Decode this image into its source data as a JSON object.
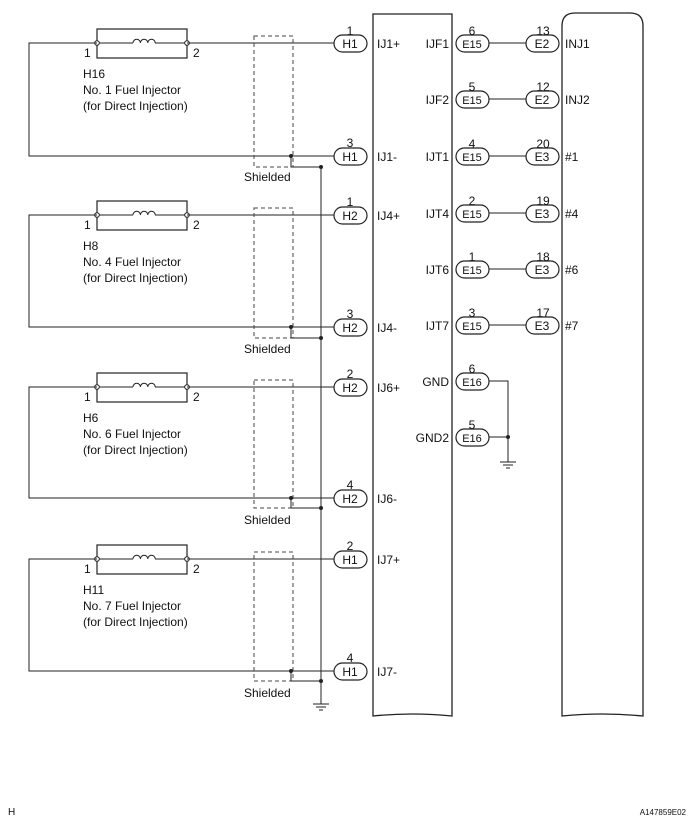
{
  "injectors": [
    {
      "code": "H16",
      "name": "No. 1 Fuel Injector",
      "note": "(for Direct Injection)",
      "pin1": "1",
      "pin2": "2"
    },
    {
      "code": "H8",
      "name": "No. 4 Fuel Injector",
      "note": "(for Direct Injection)",
      "pin1": "1",
      "pin2": "2"
    },
    {
      "code": "H6",
      "name": "No. 6 Fuel Injector",
      "note": "(for Direct Injection)",
      "pin1": "1",
      "pin2": "2"
    },
    {
      "code": "H11",
      "name": "No. 7 Fuel Injector",
      "note": "(for Direct Injection)",
      "pin1": "1",
      "pin2": "2"
    }
  ],
  "shielded_label": "Shielded",
  "ecu_left_connectors": [
    {
      "pin": "1",
      "conn": "H1",
      "signal": "IJ1+"
    },
    {
      "pin": "3",
      "conn": "H1",
      "signal": "IJ1-"
    },
    {
      "pin": "1",
      "conn": "H2",
      "signal": "IJ4+"
    },
    {
      "pin": "3",
      "conn": "H2",
      "signal": "IJ4-"
    },
    {
      "pin": "2",
      "conn": "H2",
      "signal": "IJ6+"
    },
    {
      "pin": "4",
      "conn": "H2",
      "signal": "IJ6-"
    },
    {
      "pin": "2",
      "conn": "H1",
      "signal": "IJ7+"
    },
    {
      "pin": "4",
      "conn": "H1",
      "signal": "IJ7-"
    }
  ],
  "driver_outputs": [
    {
      "signal": "IJF1",
      "pin": "6",
      "conn": "E15",
      "tpin": "13",
      "tconn": "E2",
      "target": "INJ1"
    },
    {
      "signal": "IJF2",
      "pin": "5",
      "conn": "E15",
      "tpin": "12",
      "tconn": "E2",
      "target": "INJ2"
    },
    {
      "signal": "IJT1",
      "pin": "4",
      "conn": "E15",
      "tpin": "20",
      "tconn": "E3",
      "target": "#1"
    },
    {
      "signal": "IJT4",
      "pin": "2",
      "conn": "E15",
      "tpin": "19",
      "tconn": "E3",
      "target": "#4"
    },
    {
      "signal": "IJT6",
      "pin": "1",
      "conn": "E15",
      "tpin": "18",
      "tconn": "E3",
      "target": "#6"
    },
    {
      "signal": "IJT7",
      "pin": "3",
      "conn": "E15",
      "tpin": "17",
      "tconn": "E3",
      "target": "#7"
    }
  ],
  "grounds": [
    {
      "signal": "GND",
      "pin": "6",
      "conn": "E16"
    },
    {
      "signal": "GND2",
      "pin": "5",
      "conn": "E16"
    }
  ],
  "footer": {
    "left": "H",
    "right": "A147859E02"
  }
}
